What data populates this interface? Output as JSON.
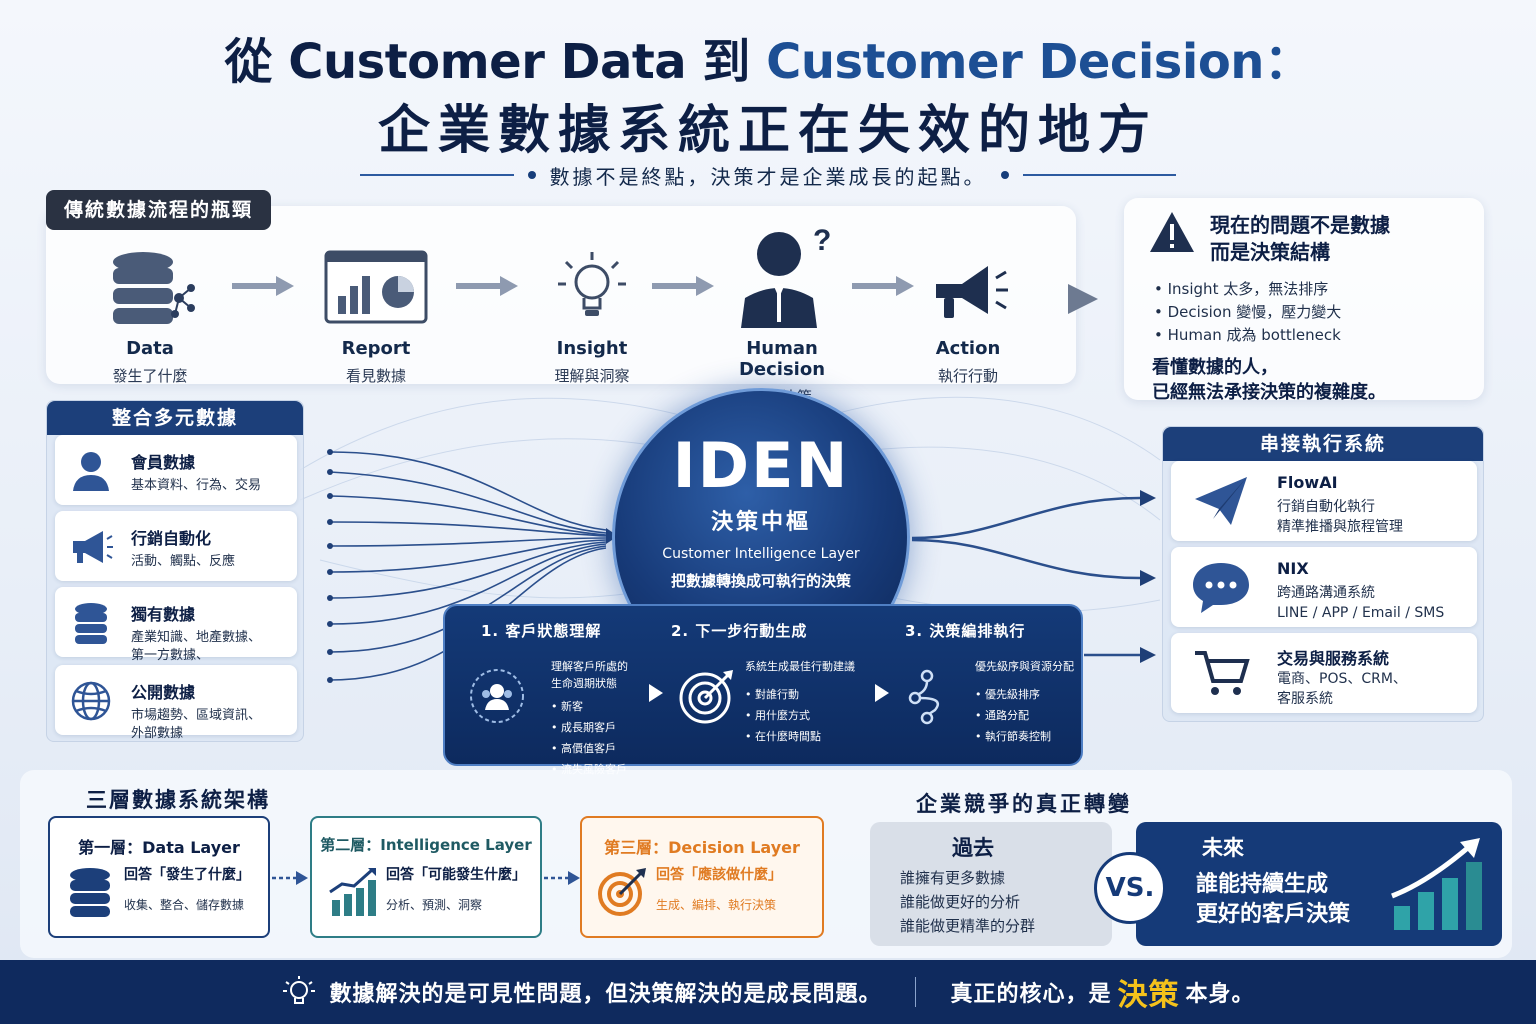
{
  "header": {
    "title_pre": "從",
    "title_dark": "Customer Data",
    "title_mid": "到",
    "title_blue": "Customer Decision：",
    "title_line2": "企業數據系統正在失效的地方",
    "subtitle": "數據不是終點，決策才是企業成長的起點。"
  },
  "flow": {
    "tag": "傳統數據流程的瓶頸",
    "nodes": [
      {
        "label": "Data",
        "sub": "發生了什麼",
        "icon": "database-icon"
      },
      {
        "label": "Report",
        "sub": "看見數據",
        "icon": "report-icon"
      },
      {
        "label": "Insight",
        "sub": "理解與洞察",
        "icon": "lightbulb-icon"
      },
      {
        "label": "Human Decision",
        "sub": "人做決策",
        "icon": "thinking-person-icon"
      },
      {
        "label": "Action",
        "sub": "執行行動",
        "icon": "megaphone-icon"
      }
    ]
  },
  "problem": {
    "title": "現在的問題不是數據\n而是決策結構",
    "bullets": [
      "Insight 太多，無法排序",
      "Decision 變慢，壓力變大",
      "Human 成為 bottleneck"
    ],
    "emphasis": "看懂數據的人，\n已經無法承接決策的複雜度。"
  },
  "sources": {
    "title": "整合多元數據",
    "items": [
      {
        "title": "會員數據",
        "desc": "基本資料、行為、交易",
        "icon": "person-icon"
      },
      {
        "title": "行銷自動化",
        "desc": "活動、觸點、反應",
        "icon": "megaphone-icon"
      },
      {
        "title": "獨有數據",
        "desc": "產業知識、地產數據、\n第一方數據、",
        "icon": "database-icon"
      },
      {
        "title": "公開數據",
        "desc": "市場趨勢、區域資訊、\n外部數據",
        "icon": "globe-icon"
      }
    ]
  },
  "hub": {
    "name": "IDEN",
    "role": "決策中樞",
    "layer": "Customer Intelligence Layer",
    "tagline": "把數據轉換成可執行的決策"
  },
  "steps": [
    {
      "head": "1. 客戶狀態理解",
      "text": "理解客戶所處的\n生命週期狀態",
      "bullets": [
        "新客",
        "成長期客戶",
        "高價值客戶",
        "流失風險客戶"
      ]
    },
    {
      "head": "2. 下一步行動生成",
      "text": "系統生成最佳行動建議",
      "bullets": [
        "對誰行動",
        "用什麼方式",
        "在什麼時間點"
      ]
    },
    {
      "head": "3. 決策編排執行",
      "text": "優先級序與資源分配",
      "bullets": [
        "優先級排序",
        "通路分配",
        "執行節奏控制"
      ]
    }
  ],
  "outputs": {
    "title": "串接執行系統",
    "items": [
      {
        "title": "FlowAI",
        "desc": "行銷自動化執行\n精準推播與旅程管理",
        "icon": "paper-plane-icon"
      },
      {
        "title": "NIX",
        "desc": "跨通路溝通系統\nLINE / APP / Email / SMS",
        "icon": "chat-bubble-icon"
      },
      {
        "title": "交易與服務系統",
        "desc": "電商、POS、CRM、\n客服系統",
        "icon": "shopping-cart-icon"
      }
    ]
  },
  "layers": {
    "title": "三層數據系統架構",
    "cards": [
      {
        "head": "第一層：Data Layer",
        "q": "回答「發生了什麼」",
        "desc": "收集、整合、儲存數據",
        "color": "#1c3f7a",
        "icon": "database-icon"
      },
      {
        "head": "第二層：Intelligence Layer",
        "q": "回答「可能發生什麼」",
        "desc": "分析、預測、洞察",
        "color": "#2e7d86",
        "icon": "growth-chart-icon"
      },
      {
        "head": "第三層：Decision Layer",
        "q": "回答「應該做什麼」",
        "desc": "生成、編排、執行決策",
        "color": "#e07b22",
        "icon": "target-icon"
      }
    ]
  },
  "compare": {
    "title": "企業競爭的真正轉變",
    "past_label": "過去",
    "past_items": [
      "誰擁有更多數據",
      "誰能做更好的分析",
      "誰能做更精準的分群"
    ],
    "vs": "VS.",
    "future_label": "未來",
    "future_text": "誰能持續生成\n更好的客戶決策"
  },
  "footer": {
    "left": "數據解決的是可見性問題，但決策解決的是成長問題。",
    "right_pre": "真正的核心，是",
    "right_hl": "決策",
    "right_post": "本身。"
  },
  "colors": {
    "navy": "#0f2a5e",
    "accent_blue": "#1d4f94",
    "teal": "#2e7d86",
    "orange": "#e07b22",
    "gold": "#f5c21b"
  }
}
